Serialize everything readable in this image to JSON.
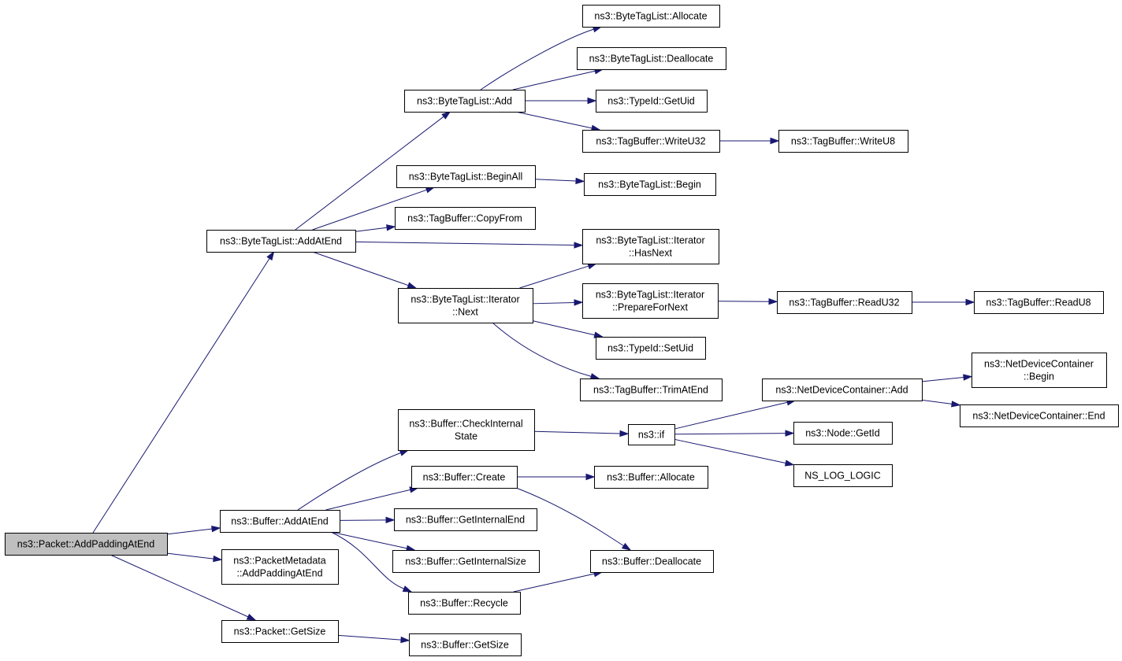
{
  "graph": {
    "nodes": [
      {
        "id": "n0",
        "label": [
          "ns3::Packet::AddPaddingAtEnd"
        ],
        "root": true
      },
      {
        "id": "n1",
        "label": [
          "ns3::ByteTagList::AddAtEnd"
        ]
      },
      {
        "id": "n2",
        "label": [
          "ns3::Buffer::AddAtEnd"
        ]
      },
      {
        "id": "n3",
        "label": [
          "ns3::PacketMetadata",
          "::AddPaddingAtEnd"
        ]
      },
      {
        "id": "n4",
        "label": [
          "ns3::Packet::GetSize"
        ]
      },
      {
        "id": "n5",
        "label": [
          "ns3::ByteTagList::Add"
        ]
      },
      {
        "id": "n6",
        "label": [
          "ns3::ByteTagList::BeginAll"
        ]
      },
      {
        "id": "n7",
        "label": [
          "ns3::TagBuffer::CopyFrom"
        ]
      },
      {
        "id": "n8",
        "label": [
          "ns3::ByteTagList::Iterator",
          "::Next"
        ]
      },
      {
        "id": "n9",
        "label": [
          "ns3::ByteTagList::Allocate"
        ]
      },
      {
        "id": "n10",
        "label": [
          "ns3::ByteTagList::Deallocate"
        ]
      },
      {
        "id": "n11",
        "label": [
          "ns3::TypeId::GetUid"
        ]
      },
      {
        "id": "n12",
        "label": [
          "ns3::TagBuffer::WriteU32"
        ]
      },
      {
        "id": "n13",
        "label": [
          "ns3::TagBuffer::WriteU8"
        ]
      },
      {
        "id": "n14",
        "label": [
          "ns3::ByteTagList::Begin"
        ]
      },
      {
        "id": "n15",
        "label": [
          "ns3::ByteTagList::Iterator",
          "::HasNext"
        ]
      },
      {
        "id": "n16",
        "label": [
          "ns3::ByteTagList::Iterator",
          "::PrepareForNext"
        ]
      },
      {
        "id": "n17",
        "label": [
          "ns3::TagBuffer::ReadU32"
        ]
      },
      {
        "id": "n18",
        "label": [
          "ns3::TagBuffer::ReadU8"
        ]
      },
      {
        "id": "n19",
        "label": [
          "ns3::TypeId::SetUid"
        ]
      },
      {
        "id": "n20",
        "label": [
          "ns3::TagBuffer::TrimAtEnd"
        ]
      },
      {
        "id": "n21",
        "label": [
          "ns3::Buffer::CheckInternal",
          "State"
        ]
      },
      {
        "id": "n22",
        "label": [
          "ns3::Buffer::Create"
        ]
      },
      {
        "id": "n23",
        "label": [
          "ns3::Buffer::GetInternalEnd"
        ]
      },
      {
        "id": "n24",
        "label": [
          "ns3::Buffer::GetInternalSize"
        ]
      },
      {
        "id": "n25",
        "label": [
          "ns3::Buffer::Recycle"
        ]
      },
      {
        "id": "n26",
        "label": [
          "ns3::if"
        ]
      },
      {
        "id": "n27",
        "label": [
          "ns3::NetDeviceContainer::Add"
        ]
      },
      {
        "id": "n28",
        "label": [
          "ns3::Node::GetId"
        ]
      },
      {
        "id": "n29",
        "label": [
          "NS_LOG_LOGIC"
        ]
      },
      {
        "id": "n30",
        "label": [
          "ns3::NetDeviceContainer",
          "::Begin"
        ]
      },
      {
        "id": "n31",
        "label": [
          "ns3::NetDeviceContainer::End"
        ]
      },
      {
        "id": "n32",
        "label": [
          "ns3::Buffer::Allocate"
        ]
      },
      {
        "id": "n33",
        "label": [
          "ns3::Buffer::Deallocate"
        ]
      },
      {
        "id": "n34",
        "label": [
          "ns3::Buffer::GetSize"
        ]
      }
    ],
    "edges": [
      [
        "n0",
        "n1"
      ],
      [
        "n0",
        "n2"
      ],
      [
        "n0",
        "n3"
      ],
      [
        "n0",
        "n4"
      ],
      [
        "n1",
        "n5"
      ],
      [
        "n1",
        "n6"
      ],
      [
        "n1",
        "n7"
      ],
      [
        "n1",
        "n15"
      ],
      [
        "n1",
        "n8"
      ],
      [
        "n5",
        "n9"
      ],
      [
        "n5",
        "n10"
      ],
      [
        "n5",
        "n11"
      ],
      [
        "n5",
        "n12"
      ],
      [
        "n12",
        "n13"
      ],
      [
        "n6",
        "n14"
      ],
      [
        "n8",
        "n15"
      ],
      [
        "n8",
        "n16"
      ],
      [
        "n8",
        "n19"
      ],
      [
        "n8",
        "n20"
      ],
      [
        "n16",
        "n17"
      ],
      [
        "n17",
        "n18"
      ],
      [
        "n2",
        "n21"
      ],
      [
        "n2",
        "n22"
      ],
      [
        "n2",
        "n23"
      ],
      [
        "n2",
        "n24"
      ],
      [
        "n2",
        "n25"
      ],
      [
        "n21",
        "n26"
      ],
      [
        "n26",
        "n27"
      ],
      [
        "n26",
        "n28"
      ],
      [
        "n26",
        "n29"
      ],
      [
        "n27",
        "n30"
      ],
      [
        "n27",
        "n31"
      ],
      [
        "n22",
        "n32"
      ],
      [
        "n22",
        "n33"
      ],
      [
        "n25",
        "n33"
      ],
      [
        "n4",
        "n34"
      ]
    ],
    "colors": {
      "edge": "#191970",
      "root_fill": "#bfbfbf",
      "node_fill": "#ffffff",
      "border": "#000000"
    }
  }
}
